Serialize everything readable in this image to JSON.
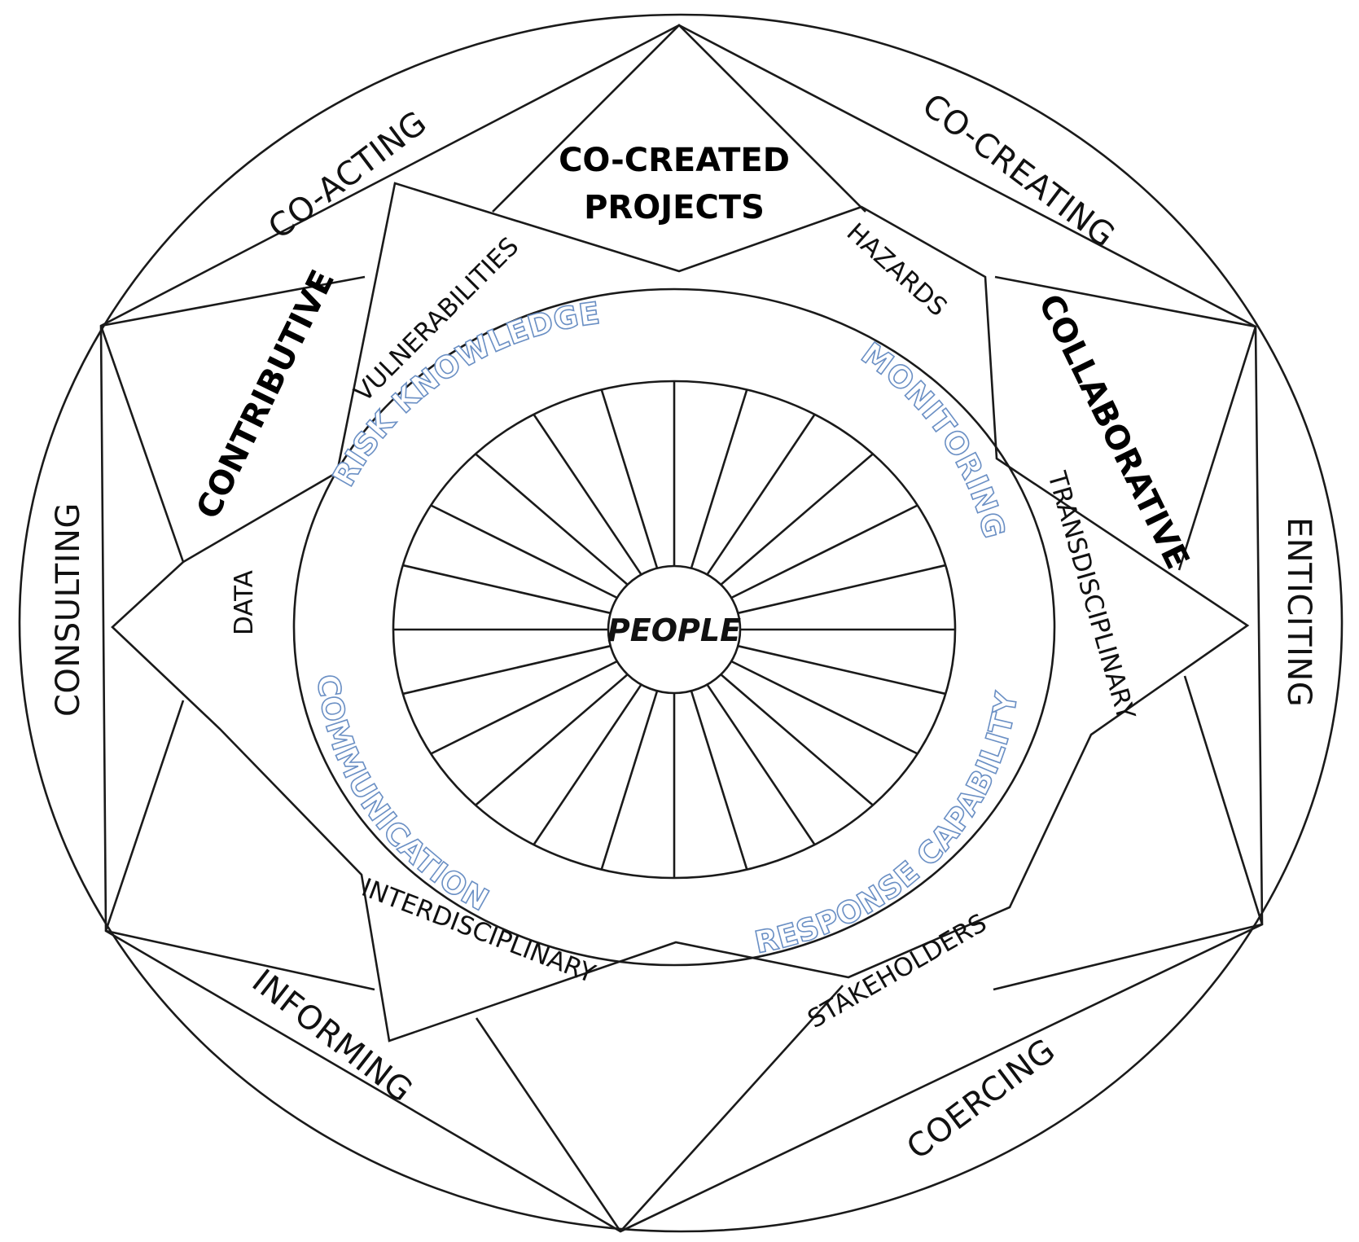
{
  "outer_ring": {
    "co_acting": "CO-ACTING",
    "co_creating": "CO-CREATING",
    "consulting": "CONSULTING",
    "enticiting": "ENTICITING",
    "informing": "INFORMING",
    "coercing": "COERCING"
  },
  "participation_modes": {
    "co_created_line1": "CO-CREATED",
    "co_created_line2": "PROJECTS",
    "contributive": "CONTRIBUTIVE",
    "collaborative": "COLLABORATIVE"
  },
  "star_labels": {
    "vulnerabilities": "VULNERABILITIES",
    "hazards": "HAZARDS",
    "data": "DATA",
    "transdisciplinary": "TRANSDISCIPLINARY",
    "interdisciplinary": "INTERDISCIPLINARY",
    "stakeholders": "STAKEHOLDERS"
  },
  "pillars": {
    "risk_knowledge": "RISK KNOWLEDGE",
    "monitoring": "MONITORING",
    "communication": "COMMUNICATION",
    "response_capability": "RESPONSE CAPABILITY"
  },
  "center": {
    "label": "PEOPLE"
  },
  "colors": {
    "line": "#1a1a1a",
    "pillar_outline": "#6a8fc4"
  }
}
